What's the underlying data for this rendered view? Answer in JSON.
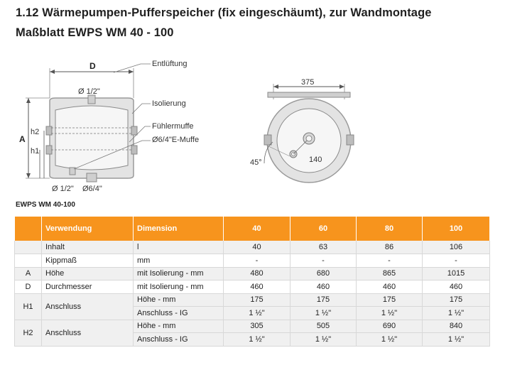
{
  "header": {
    "title_line1": "1.12 Wärmepumpen-Pufferspeicher (fix eingeschäumt), zur Wandmontage",
    "title_line2": "Maßblatt EWPS WM 40 - 100"
  },
  "drawing": {
    "side_view": {
      "label_D": "D",
      "label_A": "A",
      "label_h1": "h1",
      "label_h2": "h2",
      "top_pipe": "Ø 1/2\"",
      "bottom_left": "Ø 1/2\"",
      "bottom_right": "Ø6/4\"",
      "callout_vent": "Entlüftung",
      "callout_insulation": "Isolierung",
      "callout_sensor": "Fühlermuffe",
      "callout_emuffe": "Ø6/4\"E-Muffe"
    },
    "top_view": {
      "dim_375": "375",
      "dim_140": "140",
      "angle_45": "45°"
    }
  },
  "section_label": "EWPS WM 40-100",
  "table": {
    "headers": [
      "",
      "Verwendung",
      "Dimension",
      "40",
      "60",
      "80",
      "100"
    ],
    "rows": [
      {
        "code": "",
        "usage": "Inhalt",
        "dim": "l",
        "v": [
          "40",
          "63",
          "86",
          "106"
        ]
      },
      {
        "code": "",
        "usage": "Kippmaß",
        "dim": "mm",
        "v": [
          "-",
          "-",
          "-",
          "-"
        ]
      },
      {
        "code": "A",
        "usage": "Höhe",
        "dim": "mit Isolierung - mm",
        "v": [
          "480",
          "680",
          "865",
          "1015"
        ]
      },
      {
        "code": "D",
        "usage": "Durchmesser",
        "dim": "mit Isolierung - mm",
        "v": [
          "460",
          "460",
          "460",
          "460"
        ]
      },
      {
        "code": "H1",
        "usage": "Anschluss",
        "dim": "Höhe - mm",
        "v": [
          "175",
          "175",
          "175",
          "175"
        ]
      },
      {
        "code": "",
        "usage": "",
        "dim": "Anschluss - IG",
        "v": [
          "1 ½\"",
          "1 ½\"",
          "1 ½\"",
          "1 ½\""
        ]
      },
      {
        "code": "H2",
        "usage": "Anschluss",
        "dim": "Höhe - mm",
        "v": [
          "305",
          "505",
          "690",
          "840"
        ]
      },
      {
        "code": "",
        "usage": "",
        "dim": "Anschluss - IG",
        "v": [
          "1 ½\"",
          "1 ½\"",
          "1 ½\"",
          "1 ½\""
        ]
      }
    ]
  }
}
